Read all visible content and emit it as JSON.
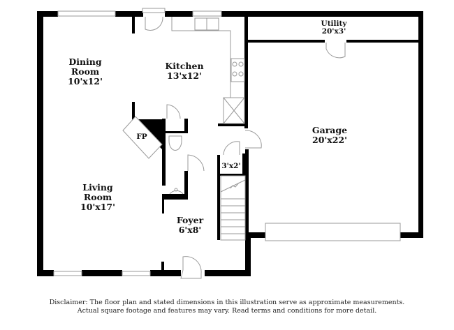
{
  "floor_plan": {
    "rooms": [
      {
        "id": "dining-room",
        "name_lines": [
          "Dining",
          "Room"
        ],
        "dimensions": "10'x12'"
      },
      {
        "id": "kitchen",
        "name_lines": [
          "Kitchen"
        ],
        "dimensions": "13'x12'"
      },
      {
        "id": "utility",
        "name_lines": [
          "Utility"
        ],
        "dimensions": "20'x3'"
      },
      {
        "id": "garage",
        "name_lines": [
          "Garage"
        ],
        "dimensions": "20'x22'"
      },
      {
        "id": "living-room",
        "name_lines": [
          "Living",
          "Room"
        ],
        "dimensions": "10'x17'"
      },
      {
        "id": "foyer",
        "name_lines": [
          "Foyer"
        ],
        "dimensions": "6'x8'"
      },
      {
        "id": "closet",
        "name_lines": [],
        "dimensions": "3'x2'"
      }
    ],
    "fixtures": {
      "fireplace_label": "FP"
    },
    "colors": {
      "wall": "#000000",
      "fixture_line": "#9a9a9a",
      "background": "#ffffff"
    }
  },
  "disclaimer": {
    "line1": "Disclaimer: The floor plan and stated dimensions in this illustration serve as approximate measurements.",
    "line2": "Actual square footage and features may vary. Read terms and conditions for more detail."
  }
}
